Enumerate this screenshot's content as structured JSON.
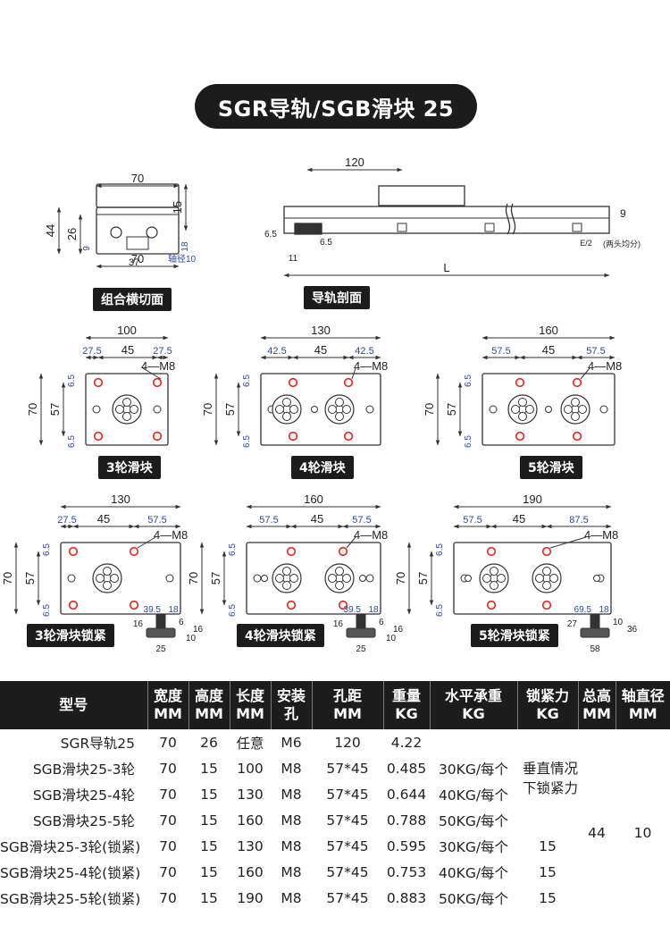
{
  "title": "SGR导轨/SGB滑块  25",
  "labels": {
    "cross_section": "组合横切面",
    "rail_section": "导轨剖面",
    "b3": "3轮滑块",
    "b4": "4轮滑块",
    "b5": "5轮滑块",
    "b3l": "3轮滑块锁紧",
    "b4l": "4轮滑块锁紧",
    "b5l": "5轮滑块锁紧"
  },
  "dims": {
    "cs": {
      "w_top": "70",
      "w_bot": "70",
      "h_total": "44",
      "h_rail": "26",
      "h_top": "15",
      "d9": "9",
      "d18": "18",
      "d37": "37",
      "shaft": "轴径10"
    },
    "rail": {
      "pitch": "120",
      "h9": "9",
      "d65a": "6.5",
      "d65b": "6.5",
      "d11": "11",
      "e2": "E/2",
      "both_ends": "(两头均分)",
      "L": "L"
    },
    "b3": {
      "w": "100",
      "a": "27.5",
      "b": "45",
      "c": "27.5",
      "hole": "4—M8",
      "h": "70",
      "hm": "57",
      "t": "6.5",
      "bt": "6.5"
    },
    "b4": {
      "w": "130",
      "a": "42.5",
      "b": "45",
      "c": "42.5",
      "hole": "4—M8",
      "h": "70",
      "hm": "57",
      "t": "6.5",
      "bt": "6.5"
    },
    "b5": {
      "w": "160",
      "a": "57.5",
      "b": "45",
      "c": "57.5",
      "hole": "4—M8",
      "h": "70",
      "hm": "57",
      "t": "6.5",
      "bt": "6.5"
    },
    "b3l": {
      "w": "130",
      "a": "27.5",
      "b": "45",
      "c": "57.5",
      "hole": "4—M8",
      "h": "70",
      "hm": "57",
      "t": "6.5",
      "bt": "6.5",
      "k1": "39.5",
      "k2": "18",
      "k3": "16",
      "k4": "6",
      "k5": "16",
      "k6": "10",
      "k7": "25"
    },
    "b4l": {
      "w": "160",
      "a": "57.5",
      "b": "45",
      "c": "57.5",
      "hole": "4—M8",
      "h": "70",
      "hm": "57",
      "t": "6.5",
      "bt": "6.5",
      "k1": "39.5",
      "k2": "18",
      "k3": "16",
      "k4": "6",
      "k5": "16",
      "k6": "10",
      "k7": "25"
    },
    "b5l": {
      "w": "190",
      "a": "57.5",
      "b": "45",
      "c": "87.5",
      "hole": "4—M8",
      "h": "70",
      "hm": "57",
      "t": "6.5",
      "bt": "6.5",
      "k1": "69.5",
      "k2": "18",
      "k3": "27",
      "k4": "10",
      "k5": "36",
      "k7": "58"
    }
  },
  "table": {
    "headers": [
      {
        "l1": "型号",
        "l2": ""
      },
      {
        "l1": "宽度",
        "l2": "MM"
      },
      {
        "l1": "高度",
        "l2": "MM"
      },
      {
        "l1": "长度",
        "l2": "MM"
      },
      {
        "l1": "安装",
        "l2": "孔"
      },
      {
        "l1": "孔距",
        "l2": "MM"
      },
      {
        "l1": "重量",
        "l2": "KG"
      },
      {
        "l1": "水平承重",
        "l2": "KG"
      },
      {
        "l1": "锁紧力",
        "l2": "KG"
      },
      {
        "l1": "总高",
        "l2": "MM"
      },
      {
        "l1": "轴直径",
        "l2": "MM"
      }
    ],
    "rows": [
      {
        "model": "SGR导轨25",
        "w": "70",
        "h": "26",
        "len": "任意",
        "hole": "M6",
        "pitch": "120",
        "wt": "4.22",
        "load": "",
        "lock": ""
      },
      {
        "model": "SGB滑块25-3轮",
        "w": "70",
        "h": "15",
        "len": "100",
        "hole": "M8",
        "pitch": "57*45",
        "wt": "0.485",
        "load": "30KG/每个",
        "lock": ""
      },
      {
        "model": "SGB滑块25-4轮",
        "w": "70",
        "h": "15",
        "len": "130",
        "hole": "M8",
        "pitch": "57*45",
        "wt": "0.644",
        "load": "40KG/每个",
        "lock": ""
      },
      {
        "model": "SGB滑块25-5轮",
        "w": "70",
        "h": "15",
        "len": "160",
        "hole": "M8",
        "pitch": "57*45",
        "wt": "0.788",
        "load": "50KG/每个",
        "lock": ""
      },
      {
        "model": "SGB滑块25-3轮(锁紧)",
        "w": "70",
        "h": "15",
        "len": "130",
        "hole": "M8",
        "pitch": "57*45",
        "wt": "0.595",
        "load": "30KG/每个",
        "lock": "15"
      },
      {
        "model": "SGB滑块25-4轮(锁紧)",
        "w": "70",
        "h": "15",
        "len": "160",
        "hole": "M8",
        "pitch": "57*45",
        "wt": "0.753",
        "load": "40KG/每个",
        "lock": "15"
      },
      {
        "model": "SGB滑块25-5轮(锁紧)",
        "w": "70",
        "h": "15",
        "len": "190",
        "hole": "M8",
        "pitch": "57*45",
        "wt": "0.883",
        "load": "50KG/每个",
        "lock": "15"
      }
    ],
    "lock_note": "垂直情况下锁紧力",
    "total_height": "44",
    "shaft_dia": "10"
  },
  "colors": {
    "dark": "#1c1c1c",
    "hole_red": "#e0261e",
    "dim_blue": "#2a4aa8",
    "line": "#333333"
  }
}
